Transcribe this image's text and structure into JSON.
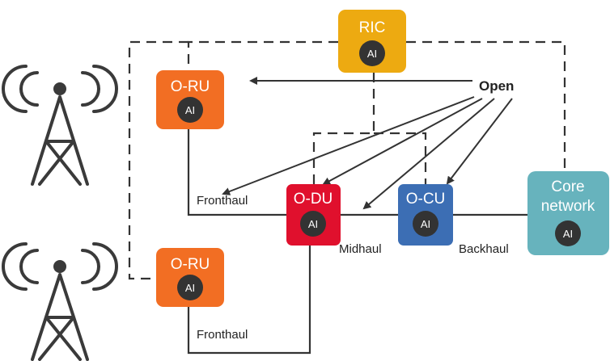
{
  "nodes": {
    "ric": {
      "title": "RIC",
      "ai": "AI",
      "color": "#EDAA11"
    },
    "oru1": {
      "title": "O-RU",
      "ai": "AI",
      "color": "#F26E23"
    },
    "oru2": {
      "title": "O-RU",
      "ai": "AI",
      "color": "#F26E23"
    },
    "odu": {
      "title": "O-DU",
      "ai": "AI",
      "color": "#E0102D"
    },
    "ocu": {
      "title": "O-CU",
      "ai": "AI",
      "color": "#3C6EB4"
    },
    "core": {
      "title_line1": "Core",
      "title_line2": "network",
      "ai": "AI",
      "color": "#67B3BD"
    }
  },
  "labels": {
    "open": "Open",
    "fronthaul_top": "Fronthaul",
    "fronthaul_bottom": "Fronthaul",
    "midhaul": "Midhaul",
    "backhaul": "Backhaul"
  },
  "colors": {
    "line": "#333333",
    "ai_badge": "#333333",
    "ai_text": "#ffffff",
    "tower": "#3a3a3a"
  }
}
